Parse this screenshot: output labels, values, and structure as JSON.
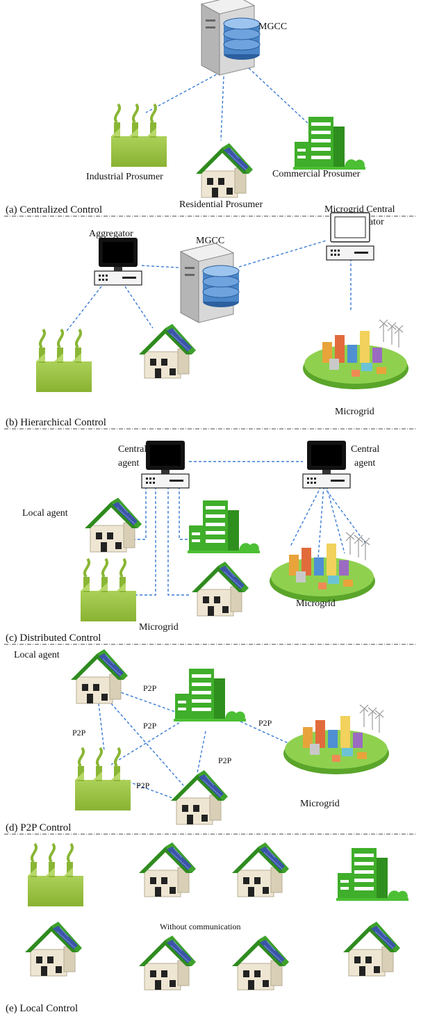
{
  "panels": {
    "a": {
      "caption": "(a)  Centralized Control",
      "mgcc": "MGCC",
      "industrial": "Industrial Prosumer",
      "residential": "Residential Prosumer",
      "commercial": "Commercial Prosumer"
    },
    "b": {
      "caption": "(b) Hierarchical Control",
      "aggregator": "Aggregator",
      "mgcc": "MGCC",
      "coordinator_line1": "Microgrid Central",
      "coordinator_line2": "Coordinator",
      "microgrid": "Microgrid"
    },
    "c": {
      "caption": "(c) Distributed Control",
      "central_agent_left_line1": "Central",
      "central_agent_left_line2": "agent",
      "central_agent_right_line1": "Central",
      "central_agent_right_line2": "agent",
      "local_agent": "Local agent",
      "microgrid_bottom": "Microgrid",
      "microgrid": "Microgrid"
    },
    "d": {
      "caption": "(d) P2P Control",
      "local_agent": "Local agent",
      "p2p_labels": [
        "P2P",
        "P2P",
        "P2P",
        "P2P",
        "P2P",
        "P2P"
      ],
      "microgrid": "Microgrid"
    },
    "e": {
      "caption": "(e) Local Control",
      "note": "Without communication"
    }
  },
  "colors": {
    "link": "#3a7bd5",
    "roof": "#2e8b1e",
    "factory": "#9bc53d",
    "building": "#3fae2a",
    "wall": "#eee6d2"
  }
}
